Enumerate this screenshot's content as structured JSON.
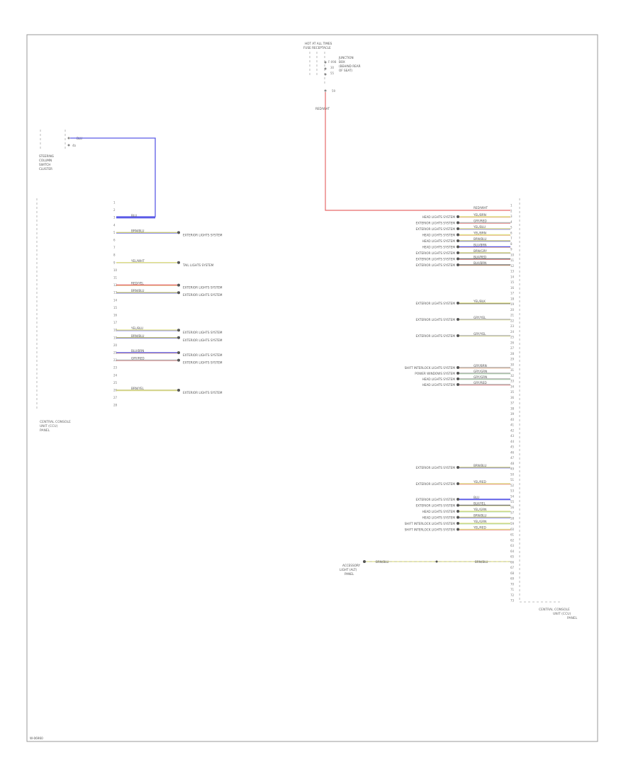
{
  "page": {
    "footer_code": "W-06960"
  },
  "top_connector": {
    "title_lines": [
      "HOT AT ALL TIMES",
      "FUSE RECEPTACLE"
    ],
    "side_lines": [
      "JUNCTION",
      "BOX",
      "(BEHIND REAR",
      "OF SEAT)"
    ],
    "pins": [
      "F-098",
      "30",
      "55"
    ],
    "fuse_label": "59",
    "wire": "RED/WHT"
  },
  "steering_switch": {
    "name_lines": [
      "STEERING",
      "COLUMN",
      "SWITCH",
      "CLUSTER"
    ],
    "wire": "BLU",
    "pin": "4b"
  },
  "left_module": {
    "name_lines": [
      "CENTRAL CONSOLE",
      "UNIT (CCU)",
      "PANEL"
    ],
    "pin_numbers": [
      "1",
      "2",
      "3",
      "4",
      "5",
      "6",
      "7",
      "8",
      "9",
      "10",
      "11",
      "12",
      "13",
      "14",
      "15",
      "16",
      "17",
      "18",
      "19",
      "20",
      "21",
      "22",
      "23",
      "24",
      "25",
      "26",
      "27",
      "28"
    ],
    "wires": [
      {
        "label": "BLU",
        "dest": ""
      },
      {
        "label": "BRN/BLU",
        "dest": "EXTERIOR LIGHTS SYSTEM"
      },
      {
        "label": "YEL/WHT",
        "dest": "TAIL LIGHTS SYSTEM"
      },
      {
        "label": "RED/YEL",
        "dest": "EXTERIOR LIGHTS SYSTEM"
      },
      {
        "label": "BRN/BLU",
        "dest": "EXTERIOR LIGHTS SYSTEM"
      },
      {
        "label": "YEL/BLU",
        "dest": "EXTERIOR LIGHTS SYSTEM"
      },
      {
        "label": "BRN/BLU",
        "dest": "EXTERIOR LIGHTS SYSTEM"
      },
      {
        "label": "BLU/BRN",
        "dest": "EXTERIOR LIGHTS SYSTEM"
      },
      {
        "label": "GRY/RED",
        "dest": "EXTERIOR LIGHTS SYSTEM"
      },
      {
        "label": "BRN/YEL",
        "dest": "EXTERIOR LIGHTS SYSTEM"
      }
    ]
  },
  "right_module": {
    "name_lines": [
      "CENTRAL CONSOLE",
      "UNIT (CCU)",
      "PANEL"
    ],
    "pin_numbers": [
      "1",
      "2",
      "3",
      "4",
      "5",
      "6",
      "7",
      "8",
      "9",
      "10",
      "11",
      "12",
      "13",
      "14",
      "15",
      "16",
      "17",
      "18",
      "19",
      "20",
      "21",
      "22",
      "23",
      "24",
      "25",
      "26",
      "27",
      "28",
      "29",
      "30",
      "31",
      "32",
      "33",
      "34",
      "35",
      "36",
      "37",
      "38",
      "39",
      "40",
      "41",
      "42",
      "43",
      "44",
      "45",
      "46",
      "47",
      "48",
      "49",
      "50",
      "51",
      "52",
      "53",
      "54",
      "55",
      "56",
      "57",
      "58",
      "59",
      "60",
      "61",
      "62",
      "63",
      "64",
      "65",
      "66",
      "67",
      "68",
      "69",
      "70",
      "71",
      "72",
      "73"
    ],
    "group_a": [
      {
        "label": "RED/WHT",
        "dest": ""
      },
      {
        "label": "YEL/BRN",
        "dest": "HEAD LIGHTS SYSTEM"
      },
      {
        "label": "GRY/RED",
        "dest": "EXTERIOR LIGHTS SYSTEM"
      },
      {
        "label": "YEL/BLU",
        "dest": "EXTERIOR LIGHTS SYSTEM"
      },
      {
        "label": "YEL/BRN",
        "dest": "HEAD LIGHTS SYSTEM"
      },
      {
        "label": "BRN/BLU",
        "dest": "HEAD LIGHTS SYSTEM"
      },
      {
        "label": "BLU/BRN",
        "dest": "HEAD LIGHTS SYSTEM"
      },
      {
        "label": "BRN/GRY",
        "dest": "EXTERIOR LIGHTS SYSTEM"
      },
      {
        "label": "BLK/RED",
        "dest": "EXTERIOR LIGHTS SYSTEM"
      },
      {
        "label": "BLK/BRN",
        "dest": "EXTERIOR LIGHTS SYSTEM"
      }
    ],
    "group_b": [
      {
        "label": "YEL/BLK",
        "dest": "EXTERIOR LIGHTS SYSTEM"
      },
      {
        "label": "GRY/YEL",
        "dest": "EXTERIOR LIGHTS SYSTEM"
      },
      {
        "label": "GRY/YEL",
        "dest": "EXTERIOR LIGHTS SYSTEM"
      }
    ],
    "group_c": [
      {
        "label": "GRY/BRN",
        "dest": "SHIFT INTERLOCK LIGHTS SYSTEM"
      },
      {
        "label": "GRY/GRN",
        "dest": "POWER WINDOWS SYSTEM"
      },
      {
        "label": "GRY/GRN",
        "dest": "HEAD LIGHTS SYSTEM"
      },
      {
        "label": "GRY/RED",
        "dest": "HEAD LIGHTS SYSTEM"
      }
    ],
    "group_d": [
      {
        "label": "BRN/BLU",
        "dest": "EXTERIOR LIGHTS SYSTEM"
      },
      {
        "label": "YEL/RED",
        "dest": "EXTERIOR LIGHTS SYSTEM"
      }
    ],
    "group_e": [
      {
        "label": "BLU",
        "dest": "EXTERIOR LIGHTS SYSTEM"
      },
      {
        "label": "BLK/YEL",
        "dest": "EXTERIOR LIGHTS SYSTEM"
      },
      {
        "label": "YEL/GRN",
        "dest": "HEAD LIGHTS SYSTEM"
      },
      {
        "label": "BRN/BLU",
        "dest": "HEAD LIGHTS SYSTEM"
      },
      {
        "label": "YEL/GRN",
        "dest": "SHIFT INTERLOCK LIGHTS SYSTEM"
      },
      {
        "label": "YEL/RED",
        "dest": "SHIFT INTERLOCK LIGHTS SYSTEM"
      }
    ],
    "bottom_wire": {
      "label_left": "BRN/BLU",
      "label_right": "BRN/BLU"
    },
    "bottom_module_lines": [
      "ACCESSORY",
      "LIGHT (ALT)",
      "PANEL"
    ]
  },
  "colors": {
    "blue": "#5a5ae6",
    "red": "#e66a6a",
    "yellow": "#e0e08a",
    "orange": "#e6a070",
    "purple": "#a050c8",
    "green": "#8ec88e",
    "gray": "#b4b4b4",
    "black": "#333333",
    "frame": "#888888"
  }
}
